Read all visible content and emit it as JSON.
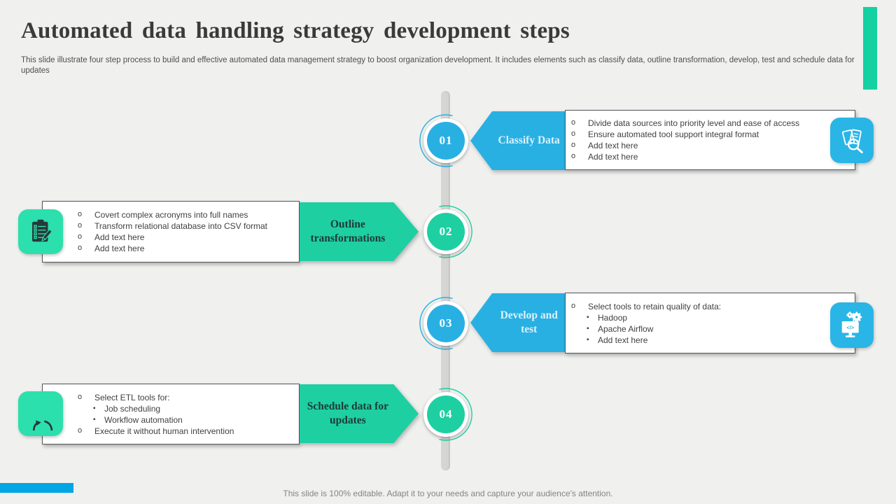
{
  "slide": {
    "title": "Automated data handling strategy development steps",
    "subtitle": "This slide illustrate four step process to build and effective  automated data management strategy to boost organization development. It includes elements such as classify data, outline transformation, develop, test and schedule data for updates",
    "footer": "This slide is 100% editable. Adapt it to your needs and capture your audience's attention."
  },
  "colors": {
    "blue": "#29b0e3",
    "green": "#1ecfa2",
    "icon_green": "#2be0ac",
    "icon_blue": "#29b5e6",
    "accent_bar_top": "#14d1a2",
    "accent_bar_bottom": "#00a5e3",
    "background": "#f0f0ee",
    "timeline_gray": "#d5d5d3"
  },
  "steps": [
    {
      "number": "01",
      "label": "Classify Data",
      "icon": "document-search-icon",
      "bullets": [
        {
          "level": 1,
          "text": "Divide  data sources into priority level  and ease of access"
        },
        {
          "level": 1,
          "text": "Ensure automated tool support integral format"
        },
        {
          "level": 1,
          "text": "Add text here"
        },
        {
          "level": 1,
          "text": "Add text here"
        }
      ]
    },
    {
      "number": "02",
      "label": "Outline transformations",
      "icon": "clipboard-pencil-icon",
      "bullets": [
        {
          "level": 1,
          "text": "Covert  complex acronyms into full names"
        },
        {
          "level": 1,
          "text": "Transform  relational  database into CSV format"
        },
        {
          "level": 1,
          "text": "Add text here"
        },
        {
          "level": 1,
          "text": "Add text here"
        }
      ]
    },
    {
      "number": "03",
      "label": "Develop and test",
      "icon": "code-monitor-gears-icon",
      "bullets": [
        {
          "level": 1,
          "text": "Select tools to retain  quality of data:"
        },
        {
          "level": 2,
          "text": "Hadoop"
        },
        {
          "level": 2,
          "text": "Apache Airflow"
        },
        {
          "level": 2,
          "text": "Add text here"
        }
      ]
    },
    {
      "number": "04",
      "label": "Schedule data for updates",
      "icon": "refresh-cycle-icon",
      "bullets": [
        {
          "level": 1,
          "text": "Select ETL tools for:"
        },
        {
          "level": 2,
          "text": "Job scheduling"
        },
        {
          "level": 2,
          "text": "Workflow automation"
        },
        {
          "level": 1,
          "text": "Execute it without human  intervention"
        }
      ]
    }
  ]
}
